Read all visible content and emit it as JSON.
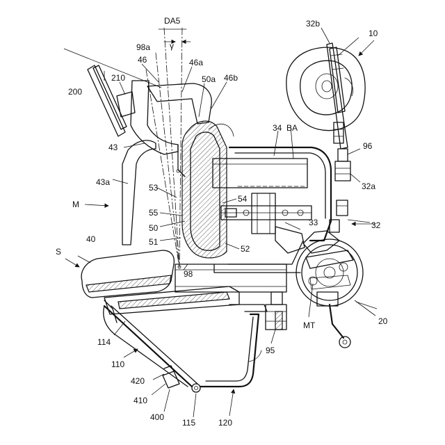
{
  "labels": {
    "r10": "10",
    "r20": "20",
    "r32": "32",
    "r32a": "32a",
    "r32b": "32b",
    "r33": "33",
    "r34": "34",
    "r40": "40",
    "r43": "43",
    "r43a": "43a",
    "r46": "46",
    "r46a": "46a",
    "r46b": "46b",
    "r50": "50",
    "r50a": "50a",
    "r51": "51",
    "r52": "52",
    "r53": "53",
    "r54": "54",
    "r55": "55",
    "r95": "95",
    "r96": "96",
    "r98": "98",
    "r98a": "98a",
    "r110": "110",
    "r114": "114",
    "r115": "115",
    "r120": "120",
    "r200": "200",
    "r210": "210",
    "r400": "400",
    "r410": "410",
    "r420": "420",
    "rBA": "BA",
    "rDA5": "DA5",
    "rGamma": "γ",
    "rM": "M",
    "rMT": "MT",
    "rS": "S"
  }
}
